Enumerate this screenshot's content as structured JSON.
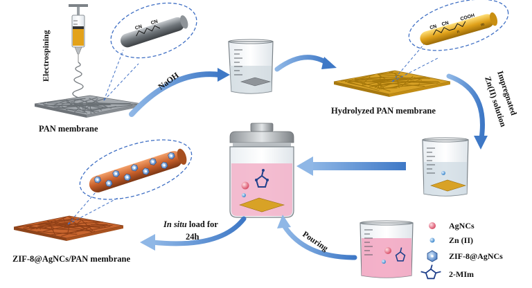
{
  "labels": {
    "electrospinning": "Electrospining",
    "pan_membrane": "PAN membrane",
    "naoh": "NaOH",
    "hydrolyzed": "Hydrolyzed PAN membrane",
    "impregnated_line1": "Impregnated",
    "impregnated_line2": "Zn(II) solution",
    "insitu_italic": "In situ",
    "insitu_rest": "load for",
    "insitu_line2": "24h",
    "pouring": "Pouring",
    "zif_membrane": "ZIF-8@AgNCs/PAN membrane"
  },
  "chem": {
    "cn1": "CN",
    "cn2": "CN",
    "cn3": "CN",
    "cn4": "CN",
    "cooh": "COOH",
    "n": "n",
    "m": "m"
  },
  "legend": {
    "items": [
      {
        "label": "AgNCs",
        "icon": "pink-sphere-icon"
      },
      {
        "label": "Zn (II)",
        "icon": "blue-sphere-icon"
      },
      {
        "label": "ZIF-8@AgNCs",
        "icon": "zif8-particle-icon"
      },
      {
        "label": "2-MIm",
        "icon": "imidazole-molecule-icon"
      }
    ]
  },
  "colors": {
    "pan_gray": "#8a8f94",
    "hydrolyzed_gold": "#d9a21f",
    "zif_copper": "#c8652e",
    "arrow_blue": "#5a8fcf",
    "dashed_blue": "#3f6fc4",
    "solution_pink": "#f2a9c4",
    "water_gray": "#bfc8cf"
  }
}
